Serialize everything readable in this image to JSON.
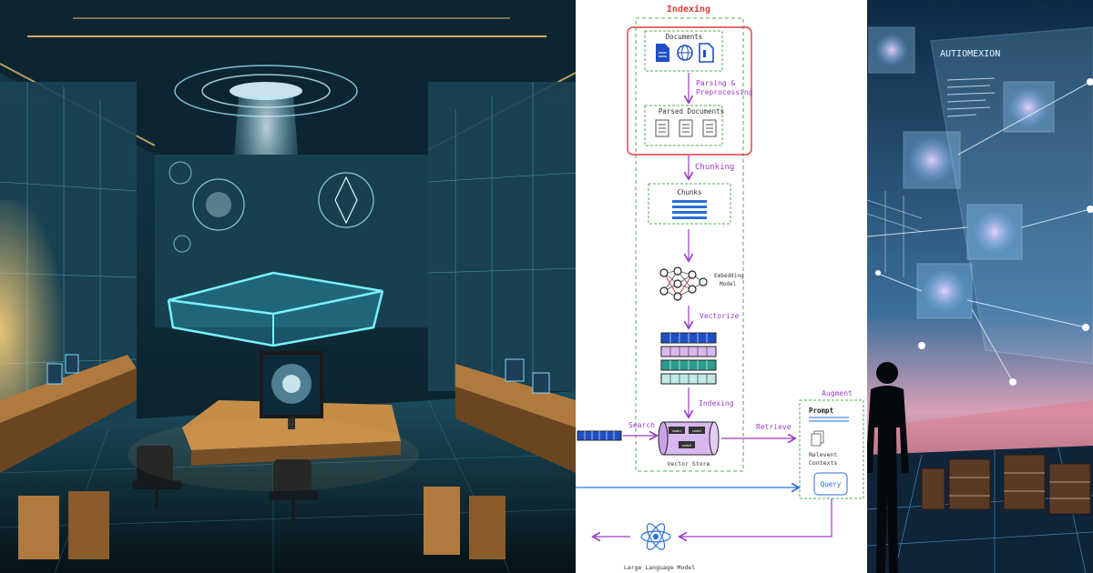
{
  "diagram": {
    "indexing_top": "Indexing",
    "documents": "Documents",
    "parsing_1": "Parsing &",
    "parsing_2": "Preprocessing",
    "parsed_documents": "Parsed Documents",
    "chunking": "Chunking",
    "chunks": "Chunks",
    "embedding_1": "Embedding",
    "embedding_2": "Model",
    "vectorize": "Vectorize",
    "indexing_mid": "Indexing",
    "search": "Search",
    "retrieve": "Retrieve",
    "augment": "Augment",
    "prompt": "Prompt",
    "relevant_1": "Relevent",
    "relevant_2": "Contexts",
    "query": "Query",
    "vector_store": "Vector Store",
    "llm": "Large Language Model",
    "node_labels": [
      "node1",
      "node2",
      "node3"
    ]
  },
  "right_art": {
    "panel_title": "AUTIOMEXION"
  },
  "colors": {
    "purple": "#9b3cc8",
    "red": "#e03b3b",
    "green": "#4caf50",
    "blue": "#1e4fc4",
    "teal": "#2a9d8f",
    "lavender": "#d9b8f0",
    "llm_blue": "#2a6fd6"
  }
}
